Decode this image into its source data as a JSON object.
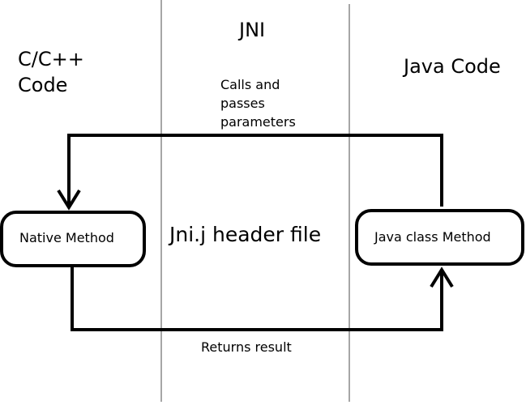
{
  "columns": {
    "left_title_line1": "C/C++",
    "left_title_line2": "Code",
    "middle_title": "JNI",
    "right_title": "Java Code"
  },
  "boxes": {
    "native": "Native Method",
    "java": "Java class Method"
  },
  "center_label": "Jni.j header file",
  "arrows": {
    "top_label_line1": "Calls and",
    "top_label_line2": "passes",
    "top_label_line3": "parameters",
    "bottom_label": "Returns result"
  },
  "colors": {
    "line": "#000000",
    "divider": "#777777",
    "background": "#ffffff"
  }
}
